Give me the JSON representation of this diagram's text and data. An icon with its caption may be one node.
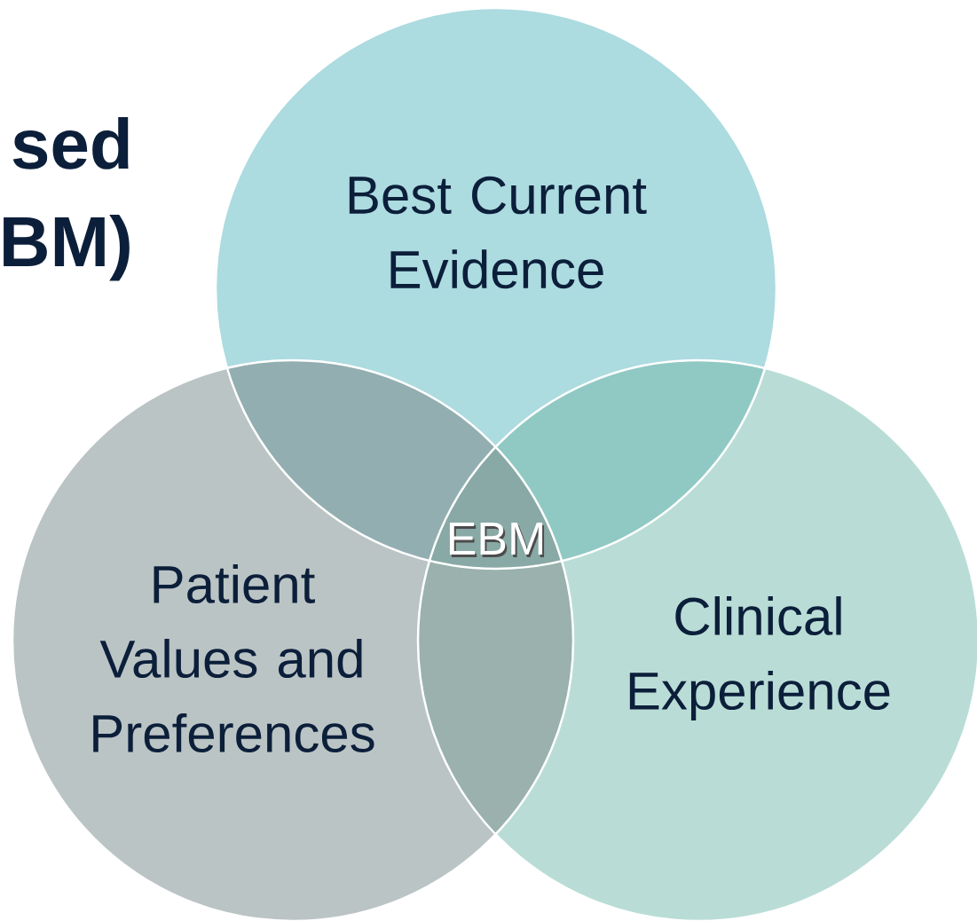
{
  "diagram": {
    "nodes": [
      {
        "text": [
          "Best Current Evidence"
        ]
      },
      {
        "text": [
          "Patient Values and Preferences"
        ]
      },
      {
        "text": [
          "Clinical Experience"
        ]
      },
      {
        "text": [
          "EBM"
        ]
      }
    ],
    "labels": [
      "sed",
      "BM)"
    ]
  }
}
